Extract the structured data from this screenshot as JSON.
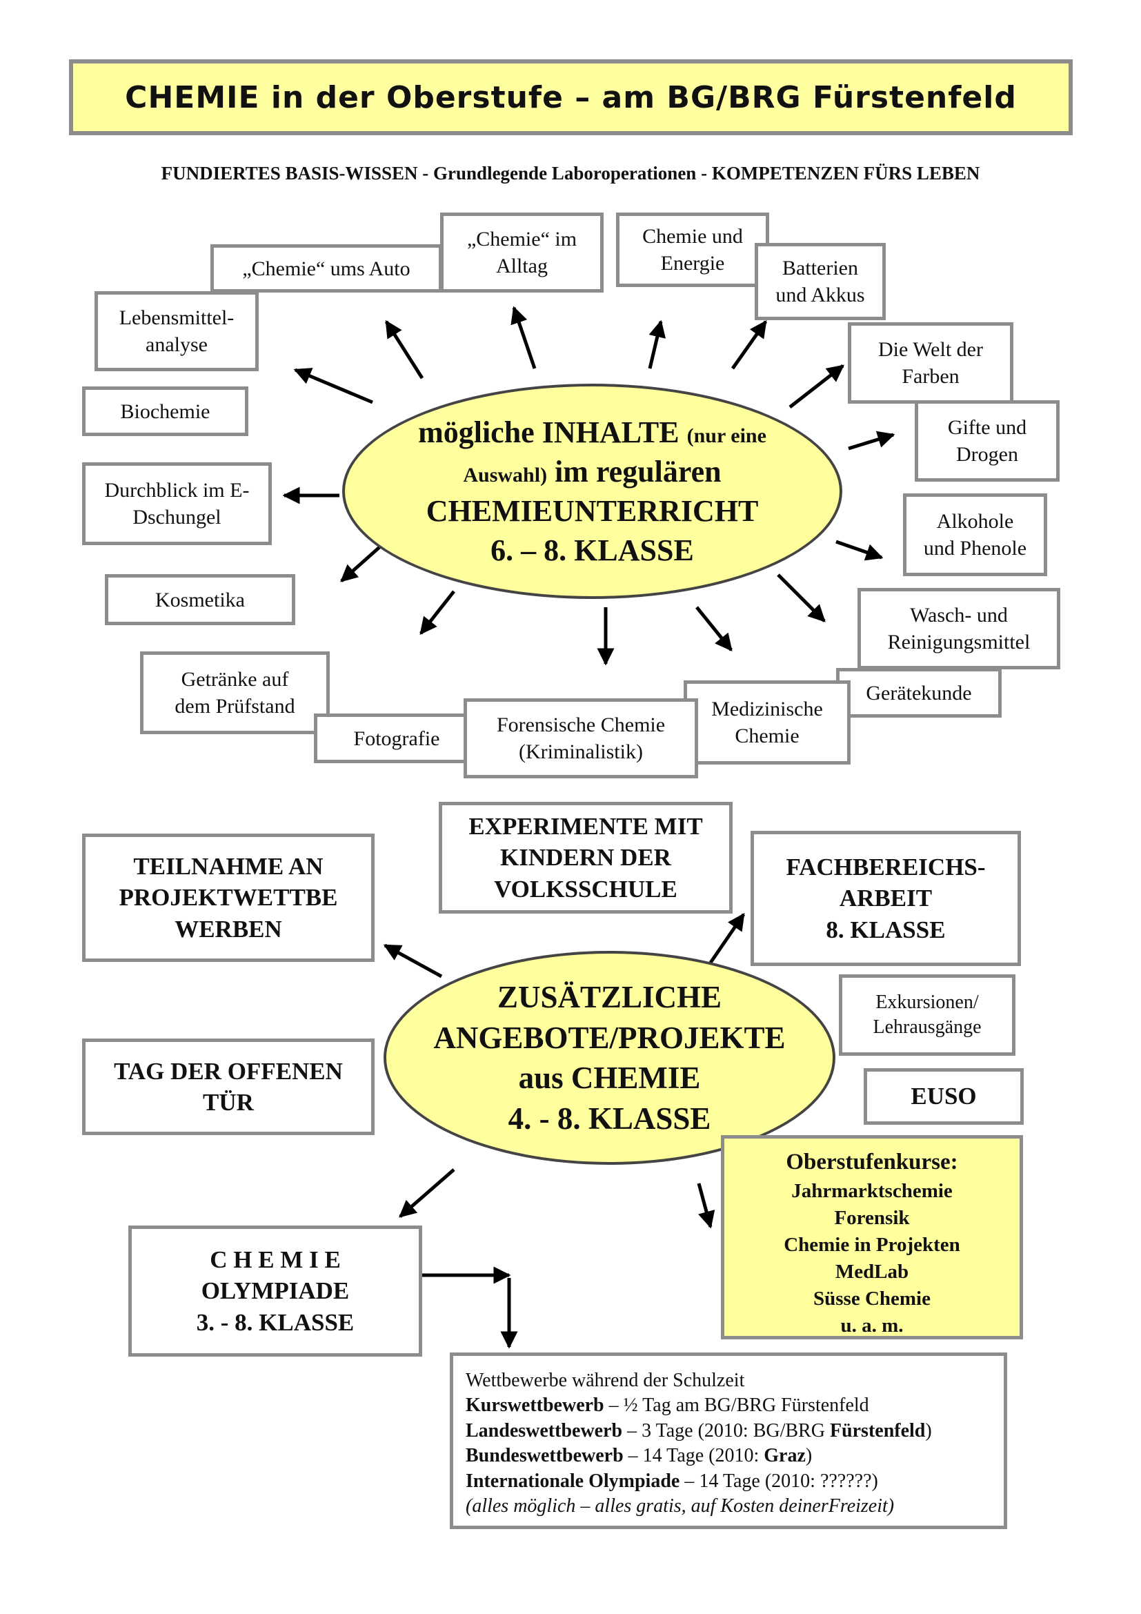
{
  "title": "CHEMIE in der Oberstufe – am BG/BRG Fürstenfeld",
  "subtitle": "FUNDIERTES BASIS-WISSEN - Grundlegende Laboroperationen - KOMPETENZEN FÜRS LEBEN",
  "center1": {
    "line1_a": "mögliche INHALTE",
    "line1_b": "(nur eine",
    "line2_a": "Auswahl)",
    "line2_b": "im regulären",
    "line3": "CHEMIEUNTERRICHT",
    "line4": "6. – 8. KLASSE"
  },
  "topics": {
    "auto": "„Chemie“ ums Auto",
    "alltag_1": "„Chemie“ im",
    "alltag_2": "Alltag",
    "energie_1": "Chemie und",
    "energie_2": "Energie",
    "batterien_1": "Batterien",
    "batterien_2": "und Akkus",
    "lebensmittel_1": "Lebensmittel-",
    "lebensmittel_2": "analyse",
    "farben_1": "Die Welt der",
    "farben_2": "Farben",
    "biochemie": "Biochemie",
    "gifte_1": "Gifte und",
    "gifte_2": "Drogen",
    "durchblick_1": "Durchblick im E-",
    "durchblick_2": "Dschungel",
    "alkohole_1": "Alkohole",
    "alkohole_2": "und Phenole",
    "kosmetika": "Kosmetika",
    "wasch_1": "Wasch- und",
    "wasch_2": "Reinigungsmittel",
    "getraenke_1": "Getränke auf",
    "getraenke_2": "dem Prüfstand",
    "geraetekunde": "Gerätekunde",
    "fotografie": "Fotografie",
    "forensisch_1": "Forensische Chemie",
    "forensisch_2": "(Kriminalistik)",
    "medizinisch_1": "Medizinische",
    "medizinisch_2": "Chemie"
  },
  "center2": {
    "line1": "ZUSÄTZLICHE",
    "line2": "ANGEBOTE/PROJEKTE",
    "line3": "aus CHEMIE",
    "line4": "4. - 8. KLASSE"
  },
  "projects": {
    "experimente_1": "EXPERIMENTE MIT",
    "experimente_2": "KINDERN DER",
    "experimente_3": "VOLKSSCHULE",
    "teilnahme_1": "TEILNAHME AN",
    "teilnahme_2": "PROJEKTWETTBE",
    "teilnahme_3": "WERBEN",
    "fachbereich_1": "FACHBEREICHS-",
    "fachbereich_2": "ARBEIT",
    "fachbereich_3": "8. KLASSE",
    "exkursionen_1": "Exkursionen/",
    "exkursionen_2": "Lehrausgänge",
    "tag_1": "TAG DER OFFENEN",
    "tag_2": "TÜR",
    "euso": "EUSO",
    "olympiade_1": "C H E M I E",
    "olympiade_2": "OLYMPIADE",
    "olympiade_3": "3. - 8. KLASSE"
  },
  "oberstufe": {
    "head": "Oberstufenkurse:",
    "items": [
      "Jahrmarktschemie",
      "Forensik",
      "Chemie in Projekten",
      "MedLab",
      "Süsse Chemie",
      "u. a. m."
    ]
  },
  "wettbewerbe": {
    "intro": "Wettbewerbe während der Schulzeit",
    "kurs_b": "Kurswettbewerb",
    "kurs_r": " – ½ Tag am BG/BRG Fürstenfeld",
    "landes_b": "Landeswettbewerb",
    "landes_r1": " – 3 Tage (2010: BG/BRG ",
    "landes_b2": "Fürstenfeld",
    "landes_r2": ")",
    "bundes_b": "Bundeswettbewerb",
    "bundes_r1": " – 14 Tage (2010: ",
    "bundes_b2": "Graz",
    "bundes_r2": ")",
    "intl_b": "Internationale Olympiade",
    "intl_r": " – 14 Tage (2010: ??????)",
    "note": "(alles möglich – alles gratis, auf Kosten deinerFreizeit)"
  }
}
